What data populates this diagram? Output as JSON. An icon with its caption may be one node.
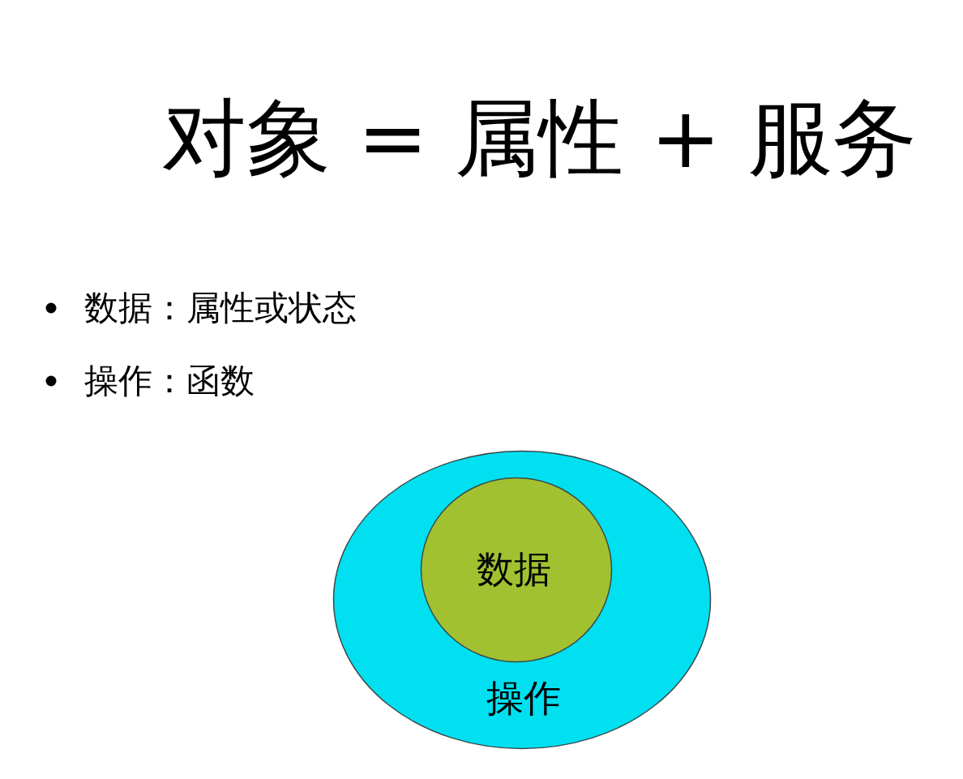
{
  "diagram": {
    "title": "对象 = 属性 + 服务",
    "nodes": [
      {
        "text": [
          "操作"
        ]
      },
      {
        "text": [
          "数据"
        ],
        "in": 0
      }
    ],
    "labels": [
      "数据：属性或状态",
      "操作：函数"
    ]
  }
}
